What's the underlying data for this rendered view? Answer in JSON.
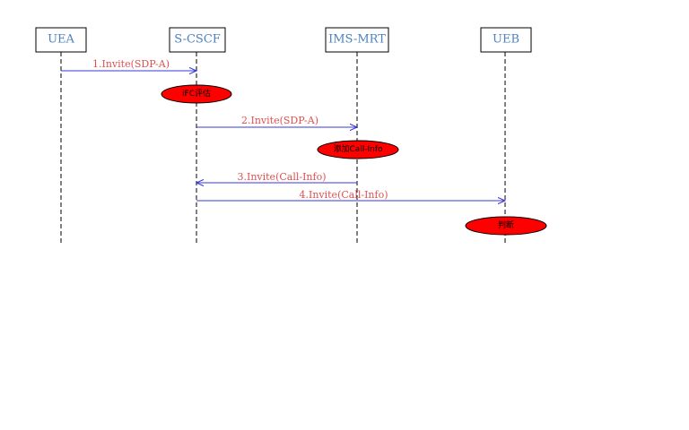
{
  "participants": [
    {
      "id": "uea",
      "label": "UEA"
    },
    {
      "id": "s-cscf",
      "label": "S-CSCF"
    },
    {
      "id": "ims-mrt",
      "label": "IMS-MRT"
    },
    {
      "id": "ueb",
      "label": "UEB"
    }
  ],
  "messages": [
    {
      "label": "1.Invite(SDP-A)",
      "from": "uea",
      "to": "s-cscf"
    },
    {
      "label": "2.Invite(SDP-A)",
      "from": "s-cscf",
      "to": "ims-mrt"
    },
    {
      "label": "3.Invite(Call-Info)",
      "from": "ims-mrt",
      "to": "s-cscf"
    },
    {
      "label": "4.Invite(Call-Info)",
      "from": "s-cscf",
      "to": "ueb"
    }
  ],
  "notes": [
    {
      "label": "iFC评估",
      "on": "s-cscf"
    },
    {
      "label": "添加Call-Info",
      "on": "ims-mrt"
    },
    {
      "label": "判断",
      "on": "ueb"
    }
  ],
  "colors": {
    "participant_text": "#4f81bd",
    "message_line": "#3a3ad8",
    "message_text": "#e05050",
    "note_fill": "#ff0000"
  }
}
